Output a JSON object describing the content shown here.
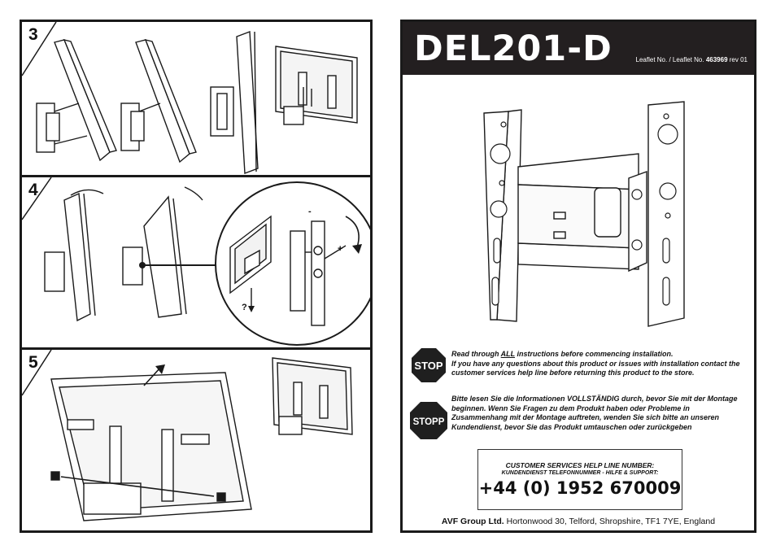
{
  "steps": [
    {
      "number": "3"
    },
    {
      "number": "4"
    },
    {
      "number": "5"
    }
  ],
  "step4_labels": {
    "minus": "-",
    "plus": "+",
    "question": "?"
  },
  "header": {
    "model": "DEL201-D",
    "leaflet_prefix": "Leaflet No. / Leaflet No.",
    "leaflet_number": "463969",
    "leaflet_rev": "rev 01"
  },
  "warnings": {
    "stop_en_sign": "STOP",
    "en_line1_pre": "Read through ",
    "en_line1_all": "ALL",
    "en_line1_post": " instructions before commencing installation.",
    "en_rest": "If you have any questions about this product or issues with installation contact the customer services help line before returning this product to the store.",
    "stop_de_sign": "STOPP",
    "de_text": "Bitte lesen Sie die Informationen VOLLSTÄNDIG durch, bevor Sie mit der Montage beginnen.  Wenn Sie Fragen zu dem Produkt haben oder Probleme in Zusammenhang mit der Montage auftreten, wenden Sie sich bitte an unseren Kundendienst, bevor Sie das Produkt umtauschen oder zurückgeben"
  },
  "helpline": {
    "title": "CUSTOMER SERVICES HELP LINE NUMBER:",
    "subtitle": "KUNDENDIENST TELEFONNUMMER - HILFE & SUPPORT:",
    "phone": "+44 (0) 1952 670009"
  },
  "address": {
    "company": "AVF Group Ltd.",
    "text": " Hortonwood 30, Telford, Shropshire, TF1 7YE, England"
  },
  "colors": {
    "header_bg": "#231f20",
    "stop_red": "#1f1f1f",
    "line": "#1a1a1a"
  }
}
